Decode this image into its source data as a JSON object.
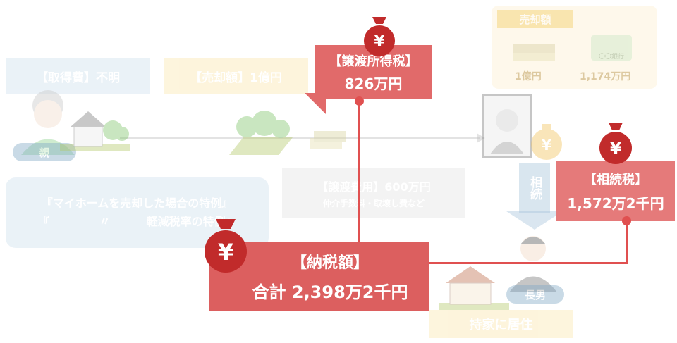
{
  "parent": {
    "cost_label": "【取得費】不明",
    "badge": "親"
  },
  "sale": {
    "price_label": "【売却額】1億円"
  },
  "special_rule": {
    "line1": "『マイホームを売却した場合の特例』",
    "line2_start": "『",
    "line2_mark": "〃",
    "line2_end": "軽減税率の特例』"
  },
  "transfer_cost": {
    "title": "【譲渡費用】600万円",
    "detail": "仲介手数料・取壊し費など"
  },
  "transfer_income_tax": {
    "title": "【譲渡所得税】",
    "amount": "826万円"
  },
  "inheritance_panel": {
    "header": "売却額",
    "cash_label": "1億円",
    "bank_label": "1,174万円",
    "bank_card_text": "〇〇銀行"
  },
  "inherit_arrow": {
    "label": "相続"
  },
  "inheritance_tax": {
    "title": "【相続税】",
    "amount": "1,572万2千円"
  },
  "total_tax": {
    "title": "【納税額】",
    "amount": "合計 2,398万2千円"
  },
  "eldest_son": {
    "badge": "長男",
    "status": "持家に居住"
  },
  "icons": {
    "money_bag": "yen-money-bag-icon",
    "yen_symbol": "¥"
  },
  "colors": {
    "accent_red": "#e05050",
    "red_box": "#e16a6a",
    "pale_blue": "#cfe1ee",
    "pale_yellow": "#fbe7ad",
    "pale_gray": "#e3e3e3"
  }
}
